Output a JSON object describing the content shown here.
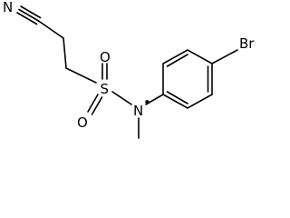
{
  "molecule": {
    "atoms": {
      "nitrile_n": "N",
      "sulfur": "S",
      "oxygen_top": "O",
      "oxygen_bottom": "O",
      "amine_n": "N",
      "bromine": "Br"
    },
    "radical": "•"
  }
}
